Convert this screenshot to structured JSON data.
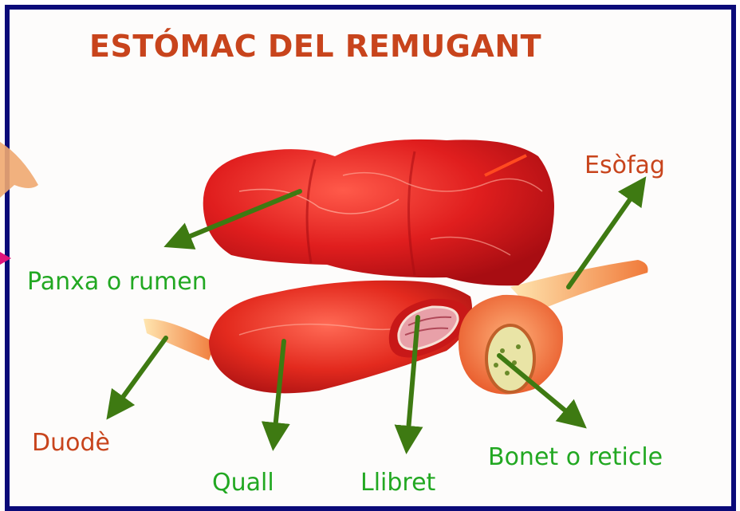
{
  "title": "ESTÓMAC DEL REMUGANT",
  "labels": {
    "esofag": "Esòfag",
    "panxa": "Panxa o rumen",
    "duode": "Duodè",
    "quall": "Quall",
    "llibret": "Llibret",
    "bonet": "Bonet o reticle"
  },
  "colors": {
    "frame": "#0a0a78",
    "title": "#c8441c",
    "label_green": "#22a822",
    "label_red": "#c8441c",
    "arrow": "#3e7a12",
    "stomach": "#d81b1b"
  }
}
